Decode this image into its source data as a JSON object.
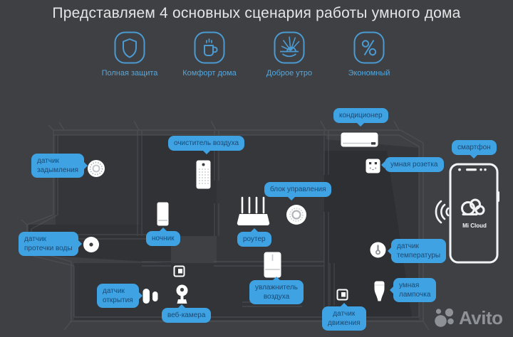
{
  "title": "Представляем 4 основных сценария работы умного дома",
  "scenarios": [
    {
      "label": "Полная защита",
      "icon": "shield-icon"
    },
    {
      "label": "Комфорт дома",
      "icon": "cup-icon"
    },
    {
      "label": "Доброе утро",
      "icon": "sunrise-icon"
    },
    {
      "label": "Экономный",
      "icon": "percent-icon"
    }
  ],
  "floorplan": {
    "devices": [
      {
        "id": "smoke-sensor",
        "label": "датчик\nзадымления"
      },
      {
        "id": "air-purifier",
        "label": "очиститель воздуха"
      },
      {
        "id": "air-conditioner",
        "label": "кондиционер"
      },
      {
        "id": "smart-socket",
        "label": "умная розетка"
      },
      {
        "id": "smartphone",
        "label": "смартфон"
      },
      {
        "id": "control-unit",
        "label": "блок управления"
      },
      {
        "id": "router",
        "label": "роутер"
      },
      {
        "id": "night-light",
        "label": "ночник"
      },
      {
        "id": "water-leak-sensor",
        "label": "датчик\nпротечки воды"
      },
      {
        "id": "temperature-sensor",
        "label": "датчик\nтемпературы"
      },
      {
        "id": "opening-sensor",
        "label": "датчик\nоткрытия"
      },
      {
        "id": "web-camera",
        "label": "веб-камера"
      },
      {
        "id": "air-humidifier",
        "label": "увлажнитель\nвоздуха"
      },
      {
        "id": "motion-sensor",
        "label": "датчик\nдвижения"
      },
      {
        "id": "smart-bulb",
        "label": "умная\nлампочка"
      }
    ],
    "phone_screen": {
      "service": "Mi Cloud"
    }
  },
  "watermark": {
    "brand": "Avito"
  },
  "colors": {
    "background": "#3E4043",
    "bubble": "#3FA2E2",
    "bubble_text": "#1B4A74",
    "accent_blue": "#4C9AD2",
    "title_text": "#E3E5E7",
    "device_white": "#FFFFFF",
    "watermark_gray": "#8E9196"
  }
}
